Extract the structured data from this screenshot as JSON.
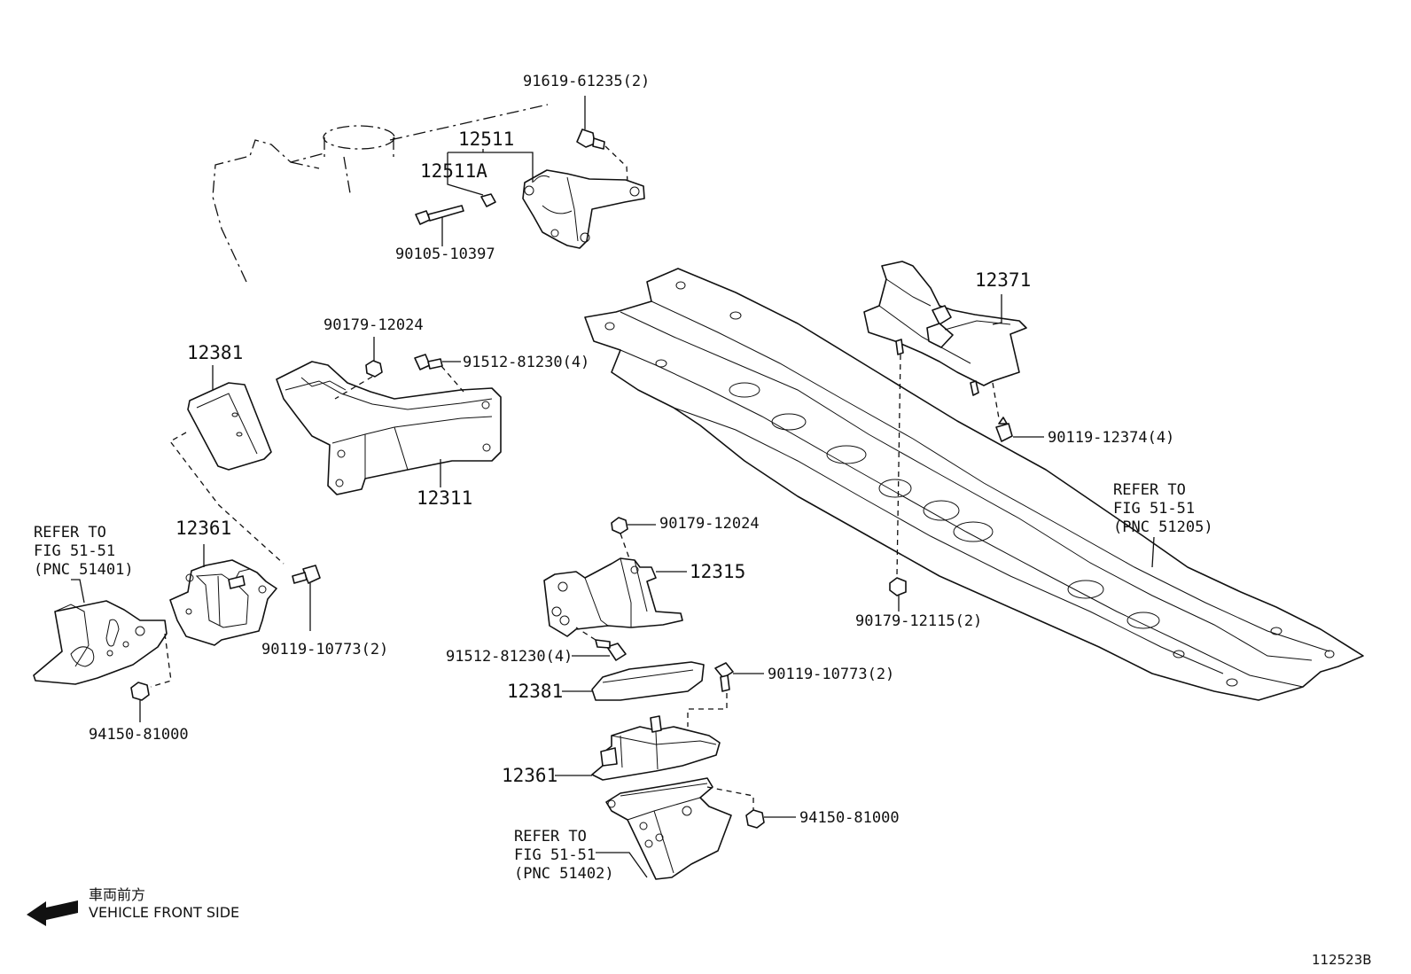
{
  "labels": {
    "p91619": "91619-61235(2)",
    "p12511": "12511",
    "p12511A": "12511A",
    "p90105": "90105-10397",
    "p12371": "12371",
    "p90179a": "90179-12024",
    "p91512a": "91512-81230(4)",
    "p12381a": "12381",
    "p12311": "12311",
    "p90119c": "90119-12374(4)",
    "p12361a": "12361",
    "p90119a": "90119-10773(2)",
    "p94150a": "94150-81000",
    "p90179b": "90179-12024",
    "p12315": "12315",
    "p90179c": "90179-12115(2)",
    "p91512b": "91512-81230(4)",
    "p90119b": "90119-10773(2)",
    "p12381b": "12381",
    "p12361b": "12361",
    "p94150b": "94150-81000"
  },
  "refs": {
    "left": {
      "line1": "REFER TO",
      "line2": "FIG 51-51",
      "line3": "(PNC 51401)"
    },
    "right": {
      "line1": "REFER TO",
      "line2": "FIG 51-51",
      "line3": "(PNC 51205)"
    },
    "bottom": {
      "line1": "REFER TO",
      "line2": "FIG 51-51",
      "line3": "(PNC 51402)"
    }
  },
  "direction": {
    "jp": "車両前方",
    "en": "VEHICLE FRONT SIDE",
    "icon": "arrow-left-icon"
  },
  "figure_id": "112523B"
}
